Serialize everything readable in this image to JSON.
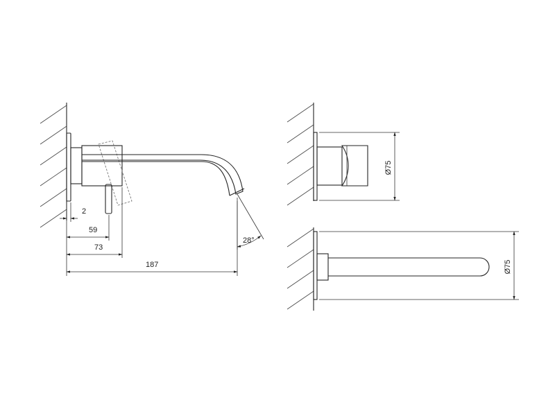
{
  "dimensions": {
    "side_view": {
      "plate_thickness": "2",
      "handle_axis": "59",
      "body_depth": "73",
      "spout_reach": "187",
      "spout_angle": "28°"
    },
    "front_view": {
      "handle_plate_diameter": "Ø75",
      "spout_plate_diameter": "Ø75"
    }
  },
  "colors": {
    "line": "#222222",
    "hidden_line": "#777777"
  }
}
